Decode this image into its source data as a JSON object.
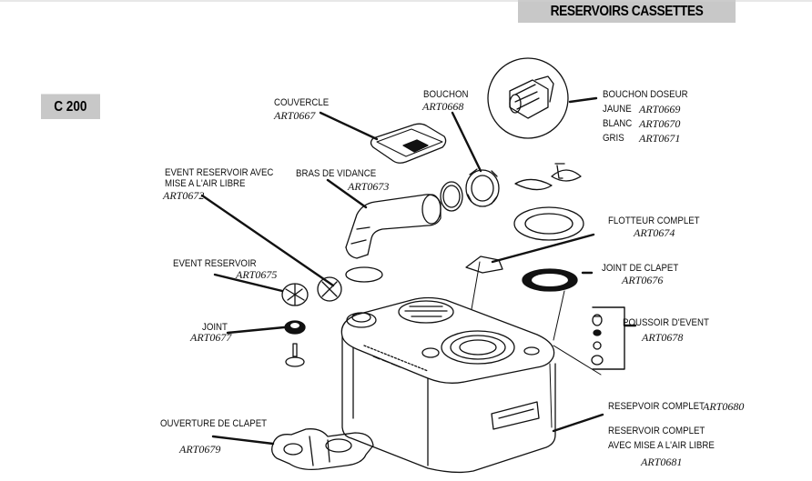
{
  "header": {
    "title": "RESERVOIRS CASSETTES"
  },
  "model": {
    "badge": "C 200"
  },
  "parts": {
    "couvercle": {
      "label": "COUVERCLE",
      "ref": "ART0667"
    },
    "bouchon": {
      "label": "BOUCHON",
      "ref": "ART0668"
    },
    "bouchon_doseur": {
      "label": "BOUCHON DOSEUR",
      "variants": [
        {
          "color": "JAUNE",
          "ref": "ART0669"
        },
        {
          "color": "BLANC",
          "ref": "ART0670"
        },
        {
          "color": "GRIS",
          "ref": "ART0671"
        }
      ]
    },
    "event_mise_air": {
      "label_line1": "EVENT RESERVOIR AVEC",
      "label_line2": "MISE A L'AIR LIBRE",
      "ref": "ART0672"
    },
    "bras_vidance": {
      "label": "BRAS DE VIDANCE",
      "ref": "ART0673"
    },
    "flotteur": {
      "label": "FLOTTEUR COMPLET",
      "ref": "ART0674"
    },
    "event_reservoir": {
      "label": "EVENT RESERVOIR",
      "ref": "ART0675"
    },
    "joint_clapet": {
      "label": "JOINT DE CLAPET",
      "ref": "ART0676"
    },
    "joint": {
      "label": "JOINT",
      "ref": "ART0677"
    },
    "poussoir": {
      "label": "POUSSOIR D'EVENT",
      "ref": "ART0678"
    },
    "ouverture": {
      "label": "OUVERTURE DE CLAPET",
      "ref": "ART0679"
    },
    "reservoir_complet": {
      "label": "RESEPVOIR COMPLET",
      "ref": "ART0680"
    },
    "reservoir_complet_air": {
      "label_line1": "RESERVOIR COMPLET",
      "label_line2": "AVEC MISE A L'AIR LIBRE",
      "ref": "ART0681"
    }
  }
}
